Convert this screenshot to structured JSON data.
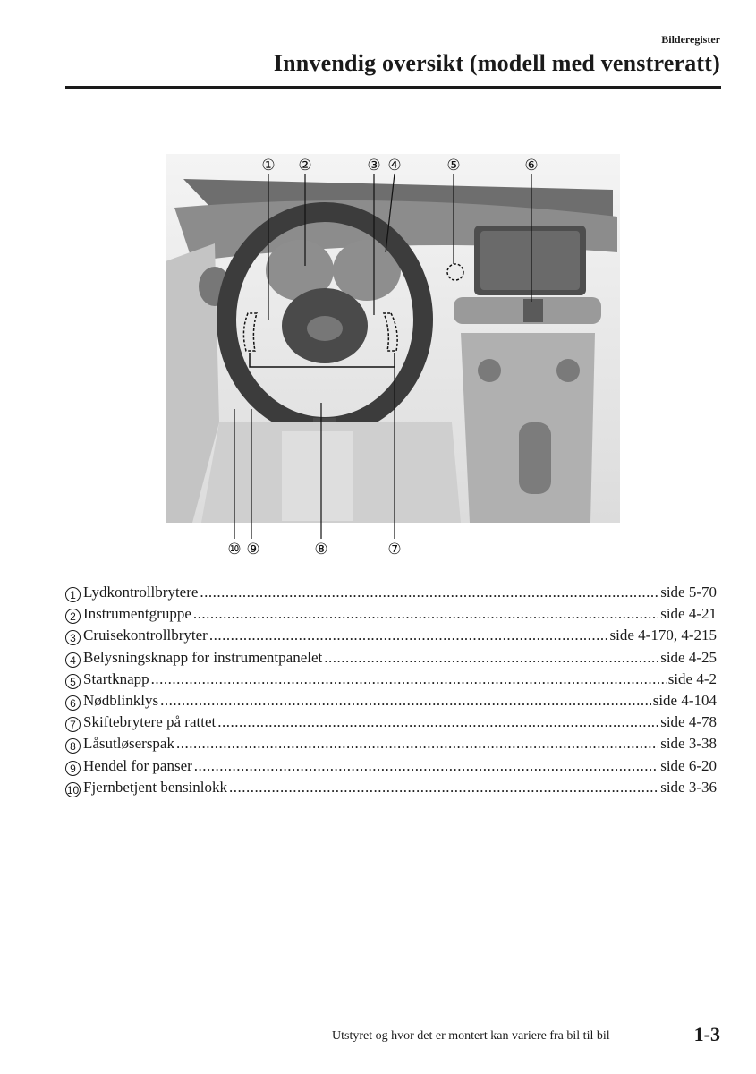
{
  "header": {
    "section": "Bilderegister",
    "title": "Innvendig oversikt (modell med venstreratt)"
  },
  "figure": {
    "callouts": [
      "①",
      "②",
      "③",
      "④",
      "⑤",
      "⑥",
      "⑦",
      "⑧",
      "⑨",
      "⑩"
    ]
  },
  "legend": [
    {
      "marker": "1",
      "label": "Lydkontrollbrytere",
      "page": "side 5-70"
    },
    {
      "marker": "2",
      "label": "Instrumentgruppe",
      "page": "side 4-21"
    },
    {
      "marker": "3",
      "label": "Cruisekontrollbryter",
      "page": "side 4-170, 4-215"
    },
    {
      "marker": "4",
      "label": "Belysningsknapp for instrumentpanelet",
      "page": "side 4-25"
    },
    {
      "marker": "5",
      "label": "Startknapp",
      "page": "side 4-2"
    },
    {
      "marker": "6",
      "label": "Nødblinklys",
      "page": "side 4-104"
    },
    {
      "marker": "7",
      "label": "Skiftebrytere på rattet",
      "page": "side 4-78"
    },
    {
      "marker": "8",
      "label": "Låsutløserspak",
      "page": "side 3-38"
    },
    {
      "marker": "9",
      "label": "Hendel for panser",
      "page": "side 6-20"
    },
    {
      "marker": "10",
      "label": "Fjernbetjent bensinlokk",
      "page": "side 3-36"
    }
  ],
  "footer": {
    "note": "Utstyret og hvor det er montert kan variere fra bil til bil",
    "page_number": "1-3"
  }
}
